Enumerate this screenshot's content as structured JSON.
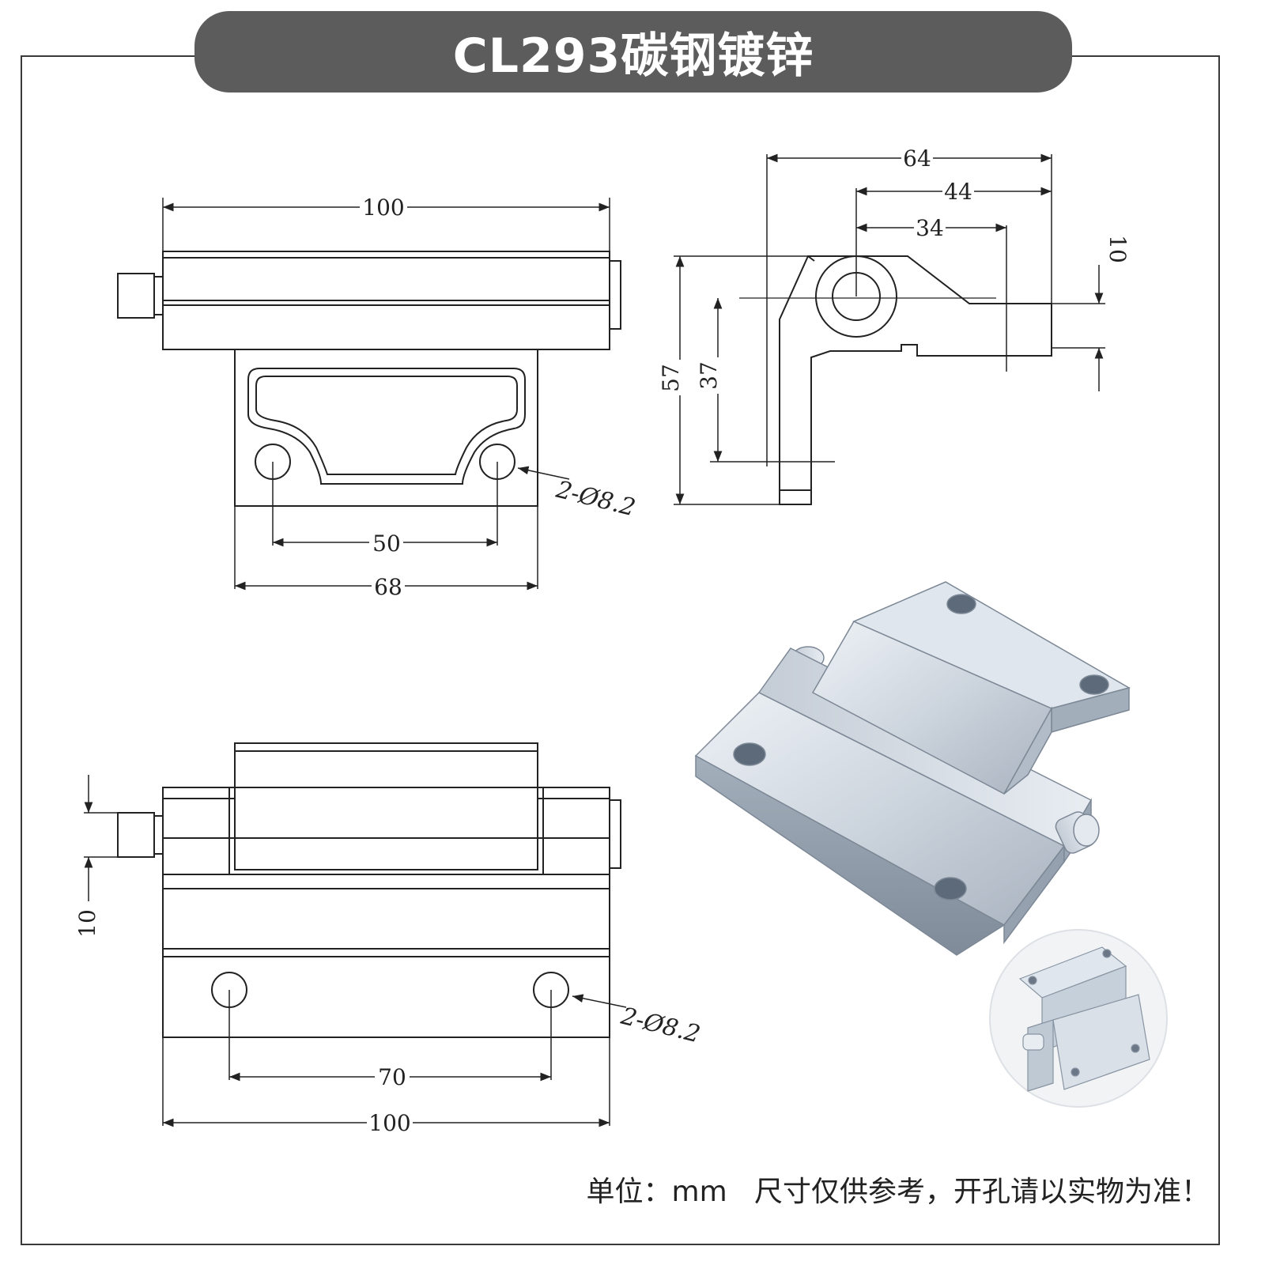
{
  "title": "CL293碳钢镀锌",
  "footer_note": "单位：mm   尺寸仅供参考，开孔请以实物为准！",
  "dimensions": {
    "top_view_width": "100",
    "top_view_hole_spacing": "50",
    "top_view_base_width": "68",
    "top_view_hole_note": "2-Ø8.2",
    "side_total_width": "64",
    "side_pivot_to_end": "44",
    "side_pivot_to_line": "34",
    "side_thickness": "10",
    "side_total_height": "57",
    "side_pivot_height": "37",
    "front_pin_offset": "10",
    "front_hole_spacing": "70",
    "front_total_width": "100",
    "front_hole_note": "2-Ø8.2"
  },
  "colors": {
    "title_bar": "#5c5c5c",
    "line": "#222222",
    "metal_light": "#dfe5ec",
    "metal_mid": "#b9c3ce",
    "metal_dark": "#8a96a4"
  }
}
